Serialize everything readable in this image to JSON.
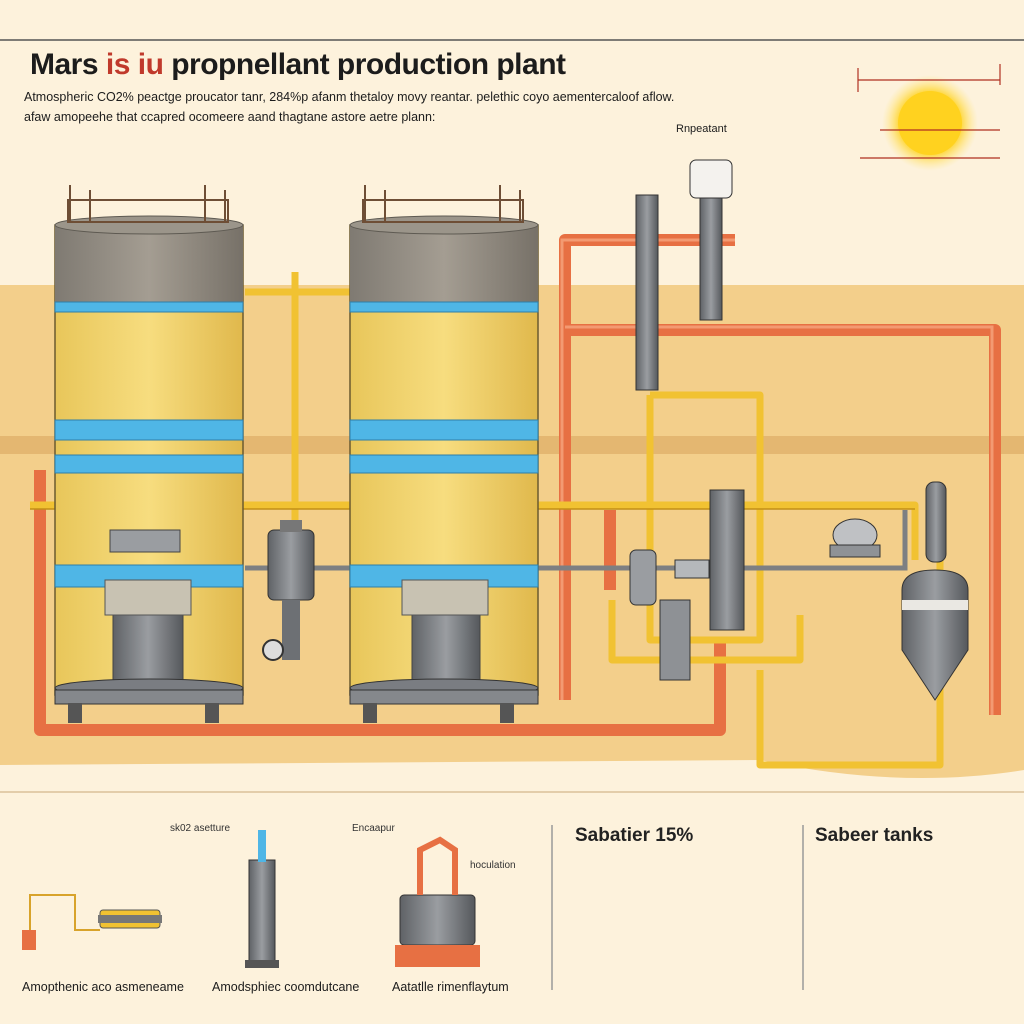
{
  "title": {
    "part1": "Mars ",
    "part2": "is iu",
    "part3": " propnellant production plant"
  },
  "subtitle_line1": "Atmospheric CO2% peactge proucator tanr, 284%p afanm thetaloy movy reantar. pelethic coyo aementercaloof aflow.",
  "subtitle_line2": "afaw amopeehe that ccapred ocomeere aand thagtane astore aetre plann:",
  "labels": {
    "regulator": "Rnpeatant",
    "co2_capture": "sk02 asetture",
    "electrolysis": "Encaapur",
    "insulation": "hoculation"
  },
  "panels": {
    "sabatier_heading": "Sabatier 15%",
    "storage_heading": "Sabeer tanks"
  },
  "captions": {
    "cap1": "Amopthenic aco asmeneame",
    "cap2": "Amodsphiec coomdutcane",
    "cap3": "Aatatlle rimenflaytum"
  },
  "colors": {
    "sand": "#f3cf8b",
    "tank_body": "#f2d46a",
    "tank_top": "#8f8f8f",
    "coolant_ring": "#4fb6e6",
    "pipe_orange": "#e77043",
    "pipe_yellow": "#f1c232",
    "sun": "#ffd21f"
  }
}
